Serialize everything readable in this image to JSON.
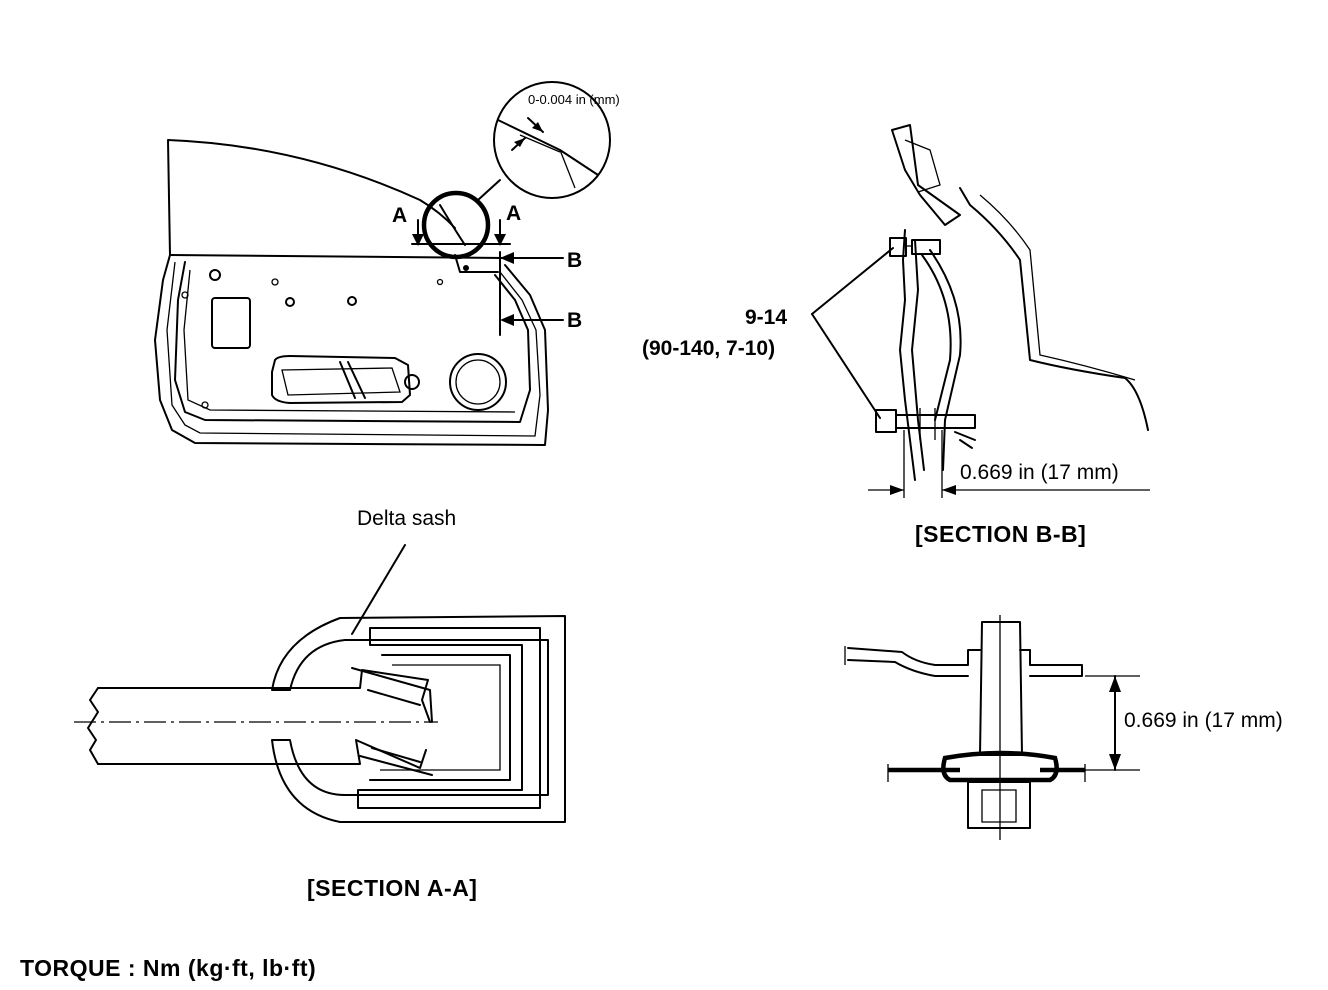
{
  "labels": {
    "detail_tolerance": "0-0.004 in (mm)",
    "arrow_a_left": "A",
    "arrow_a_right": "A",
    "arrow_b_top": "B",
    "arrow_b_bottom": "B",
    "torque_range": "9-14",
    "torque_alt": "(90-140, 7-10)",
    "offset_b": "0.669 in (17 mm)",
    "section_b_title": "[SECTION B-B]",
    "delta_sash": "Delta sash",
    "section_a_title": "[SECTION A-A]",
    "offset_bolt": "0.669 in (17 mm)",
    "torque_units": "TORQUE : Nm (kg·ft, lb·ft)"
  }
}
